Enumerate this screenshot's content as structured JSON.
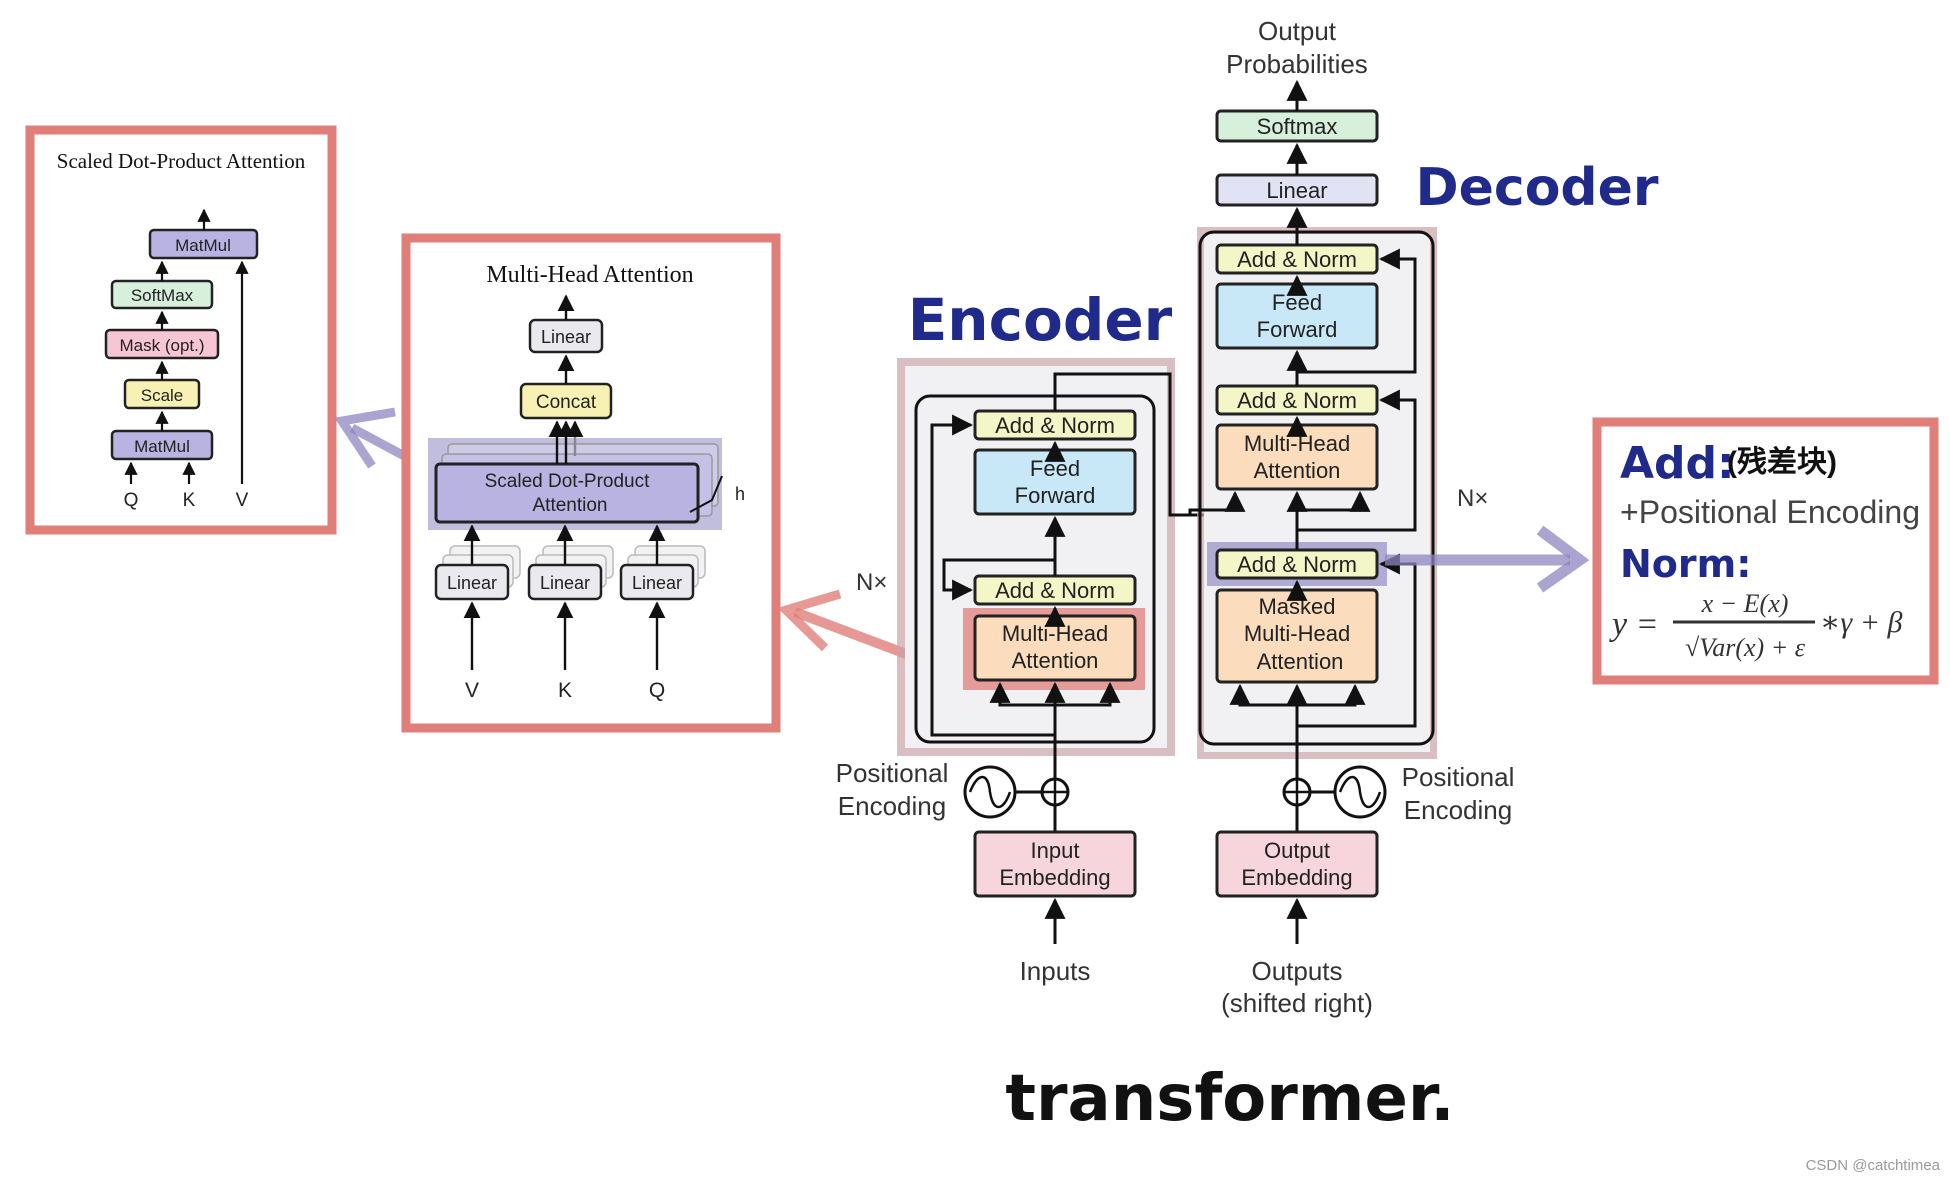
{
  "encoder": {
    "title": "Encoder",
    "add_norm_top": "Add & Norm",
    "feed_forward_1": "Feed",
    "feed_forward_2": "Forward",
    "add_norm_bottom": "Add & Norm",
    "mha_1": "Multi-Head",
    "mha_2": "Attention",
    "nx": "N×",
    "pos_enc_1": "Positional",
    "pos_enc_2": "Encoding",
    "input_emb_1": "Input",
    "input_emb_2": "Embedding",
    "inputs": "Inputs"
  },
  "decoder": {
    "title": "Decoder",
    "output_probs_1": "Output",
    "output_probs_2": "Probabilities",
    "softmax": "Softmax",
    "linear": "Linear",
    "add_norm_1": "Add & Norm",
    "feed_forward_1": "Feed",
    "feed_forward_2": "Forward",
    "add_norm_2": "Add & Norm",
    "mha_1": "Multi-Head",
    "mha_2": "Attention",
    "add_norm_3": "Add & Norm",
    "masked_1": "Masked",
    "masked_2": "Multi-Head",
    "masked_3": "Attention",
    "nx": "N×",
    "pos_enc_1": "Positional",
    "pos_enc_2": "Encoding",
    "output_emb_1": "Output",
    "output_emb_2": "Embedding",
    "outputs_1": "Outputs",
    "outputs_2": "(shifted right)"
  },
  "mha_panel": {
    "title": "Multi-Head Attention",
    "linear_top": "Linear",
    "concat": "Concat",
    "sdpa_1": "Scaled Dot-Product",
    "sdpa_2": "Attention",
    "h": "h",
    "linear_v": "Linear",
    "linear_k": "Linear",
    "linear_q": "Linear",
    "v": "V",
    "k": "K",
    "q": "Q"
  },
  "sdpa_panel": {
    "title": "Scaled Dot-Product Attention",
    "matmul_top": "MatMul",
    "softmax": "SoftMax",
    "mask": "Mask (opt.)",
    "scale": "Scale",
    "matmul_bottom": "MatMul",
    "q": "Q",
    "k": "K",
    "v": "V"
  },
  "note_panel": {
    "add": "Add:",
    "add_cn": "(残差块)",
    "pos": "+Positional Encoding",
    "norm": "Norm:",
    "formula_lhs": "y =",
    "formula_num": "x − E(x)",
    "formula_den": "√Var(x) + ε",
    "formula_rhs": "∗γ + β"
  },
  "caption": "transformer.",
  "watermark": "CSDN @catchtimea",
  "colors": {
    "frame": "#e07f7a",
    "arrow": "#8e86c0",
    "add_norm": "#f3f6c6",
    "feed_forward": "#c8e8f8",
    "attention": "#fbdcbc",
    "embedding": "#f6d5dd",
    "softmax": "#d6f0dc",
    "linear": "#e2e2f5",
    "matmul": "#b9b3e2",
    "mask": "#f7c6d4",
    "scale": "#f7f1b4",
    "handwriting": "#1f2a8a"
  }
}
